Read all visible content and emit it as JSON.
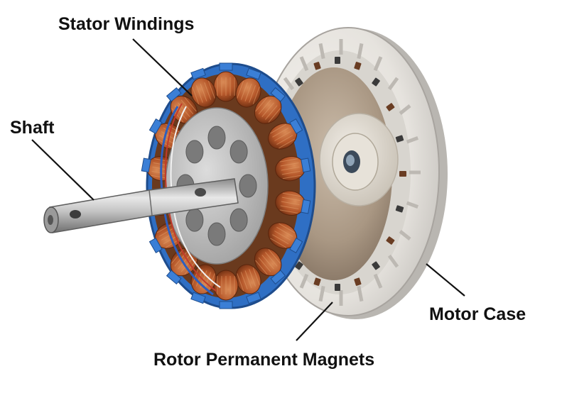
{
  "labels": {
    "stator_windings": "Stator Windings",
    "shaft": "Shaft",
    "motor_case": "Motor Case",
    "rotor_magnets": "Rotor Permanent Magnets"
  },
  "colors": {
    "copper": "#b5572a",
    "stator_blue": "#2f6fc4",
    "case_white": "#eceae6",
    "hub_metal": "#9a9a9a",
    "leader_line": "#111111"
  },
  "counts": {
    "stator_coils": 18,
    "case_ribs": 24,
    "stator_holes": 8
  }
}
